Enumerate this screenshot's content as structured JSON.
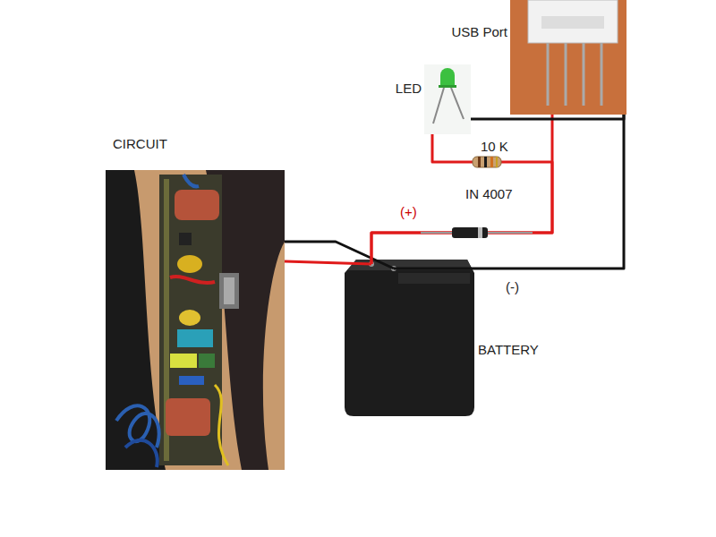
{
  "diagram": {
    "nodes": [
      {
        "text": [
          "USB Port"
        ]
      },
      {
        "text": [
          "LED"
        ]
      },
      {
        "text": [
          "CIRCUIT"
        ]
      },
      {
        "text": [
          "BATTERY"
        ]
      }
    ],
    "edges": [
      {
        "from": 2,
        "to": 3,
        "arrow": "none"
      },
      {
        "from": 2,
        "to": 3,
        "arrow": "none"
      },
      {
        "from": 3,
        "to": 0,
        "arrow": "none"
      },
      {
        "from": 3,
        "to": 1,
        "arrow": "none"
      },
      {
        "from": 3,
        "to": 0,
        "arrow": "none"
      },
      {
        "from": 1,
        "to": 0,
        "arrow": "none"
      }
    ],
    "labels": [
      "10 K",
      "IN 4007",
      "(+)",
      "(-)"
    ]
  }
}
